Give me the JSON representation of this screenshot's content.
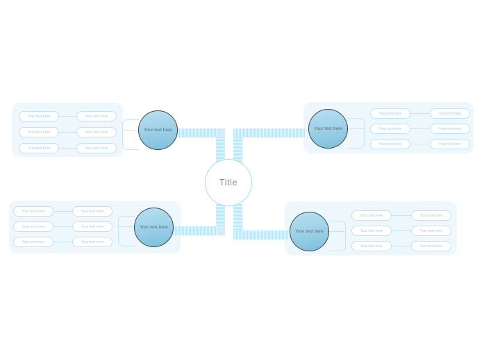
{
  "diagram": {
    "type": "mind-map",
    "background_color": "#ffffff",
    "panel_color": "#eef7fc",
    "accent_color": "#bfe3f4",
    "branch_fill_top": "#b6e0f0",
    "branch_fill_bottom": "#7cbfdc",
    "branch_border_color": "#3f4448",
    "center": {
      "label": "Title"
    },
    "branches": [
      {
        "id": "top-left",
        "label": "Your text here",
        "inner_leaves": [
          {
            "label": "Your text here"
          },
          {
            "label": "Your text here"
          },
          {
            "label": "Your text here"
          }
        ],
        "outer_leaves": [
          {
            "label": "Your text here"
          },
          {
            "label": "Your text here"
          },
          {
            "label": "Your text here"
          }
        ]
      },
      {
        "id": "top-right",
        "label": "Your text here",
        "inner_leaves": [
          {
            "label": "Your text here"
          },
          {
            "label": "Your text here"
          },
          {
            "label": "Your text here"
          }
        ],
        "outer_leaves": [
          {
            "label": "Your text here"
          },
          {
            "label": "Your text here"
          },
          {
            "label": "Your text here"
          }
        ]
      },
      {
        "id": "bottom-left",
        "label": "Your text here",
        "inner_leaves": [
          {
            "label": "Your text here"
          },
          {
            "label": "Your text here"
          },
          {
            "label": "Your text here"
          }
        ],
        "outer_leaves": [
          {
            "label": "Your text here"
          },
          {
            "label": "Your text here"
          },
          {
            "label": "Your text here"
          }
        ]
      },
      {
        "id": "bottom-right",
        "label": "Your text here",
        "inner_leaves": [
          {
            "label": "Your text here"
          },
          {
            "label": "Your text here"
          },
          {
            "label": "Your text here"
          }
        ],
        "outer_leaves": [
          {
            "label": "Your text here"
          },
          {
            "label": "Your text here"
          },
          {
            "label": "Your text here"
          }
        ]
      }
    ]
  }
}
